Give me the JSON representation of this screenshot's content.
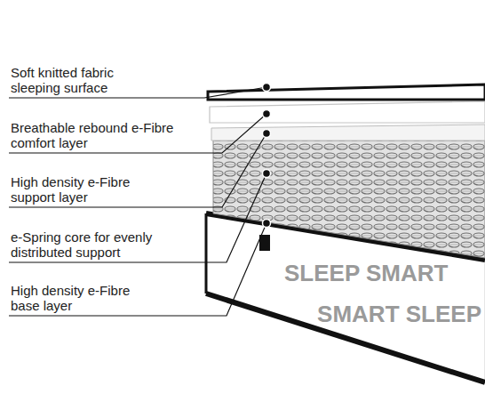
{
  "diagram": {
    "labels": [
      "Soft knitted fabric sleeping surface",
      "Breathable rebound e-Fibre comfort layer",
      "High density e-Fibre support layer",
      "e-Spring core for evenly distributed support",
      "High density e-Fibre base layer",
      "SLEEP SMART",
      "SMART SLEEP"
    ]
  }
}
